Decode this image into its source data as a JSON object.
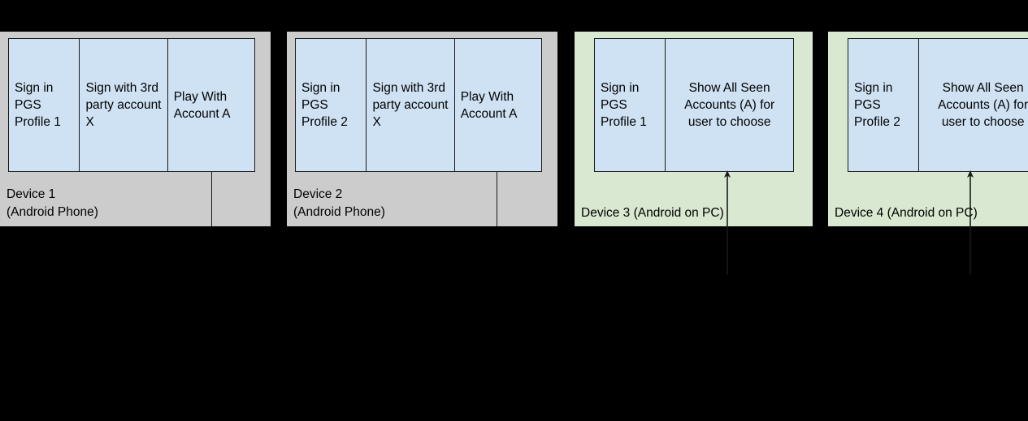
{
  "diagram": {
    "background_color": "#000000",
    "phone_panel_color": "#cccccc",
    "pc_panel_color": "#d9e8d0",
    "step_box_color": "#cfe2f3",
    "stroke_color": "#1a1a1a",
    "devices": [
      {
        "id": "device-1",
        "kind": "phone",
        "caption": "Device 1\n(Android Phone)",
        "steps": [
          {
            "label": "Sign in PGS Profile 1",
            "align": "left"
          },
          {
            "label": "Sign with 3rd party account X",
            "align": "left"
          },
          {
            "label": "Play With Account A",
            "align": "left"
          }
        ]
      },
      {
        "id": "device-2",
        "kind": "phone",
        "caption": "Device 2\n(Android Phone)",
        "steps": [
          {
            "label": "Sign in PGS Profile 2",
            "align": "left"
          },
          {
            "label": "Sign with 3rd party account X",
            "align": "left"
          },
          {
            "label": "Play With Account A",
            "align": "left"
          }
        ]
      },
      {
        "id": "device-3",
        "kind": "pc",
        "caption": "Device 3 (Android on PC)",
        "steps": [
          {
            "label": "Sign in PGS Profile 1",
            "align": "left"
          },
          {
            "label": "Show All Seen Accounts (A) for user to choose",
            "align": "center"
          }
        ]
      },
      {
        "id": "device-4",
        "kind": "pc",
        "caption": "Device 4 (Android on PC)",
        "steps": [
          {
            "label": "Sign in PGS Profile 2",
            "align": "left"
          },
          {
            "label": "Show All Seen Accounts (A) for user to choose",
            "align": "center"
          }
        ]
      }
    ]
  }
}
